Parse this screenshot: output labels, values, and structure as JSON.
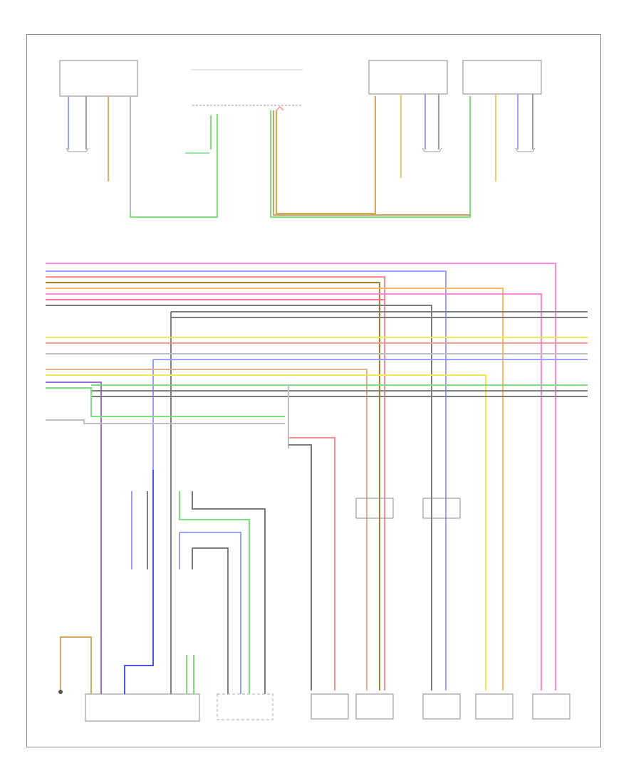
{
  "diagram": {
    "footer_code": "",
    "colors": {
      "pink": "#ff88dd",
      "violet": "#9a6cd6",
      "red": "#ff8c8c",
      "orange": "#ffb860",
      "brown": "#a47e2f",
      "gray": "#7d7d7d",
      "yellow": "#f0ea50",
      "blue": "#7b86ff",
      "green": "#7de07d",
      "tan": "#cfa860"
    },
    "components": [
      {
        "id": "top-module-1",
        "label": ""
      },
      {
        "id": "fuse-box",
        "label": ""
      },
      {
        "id": "top-module-2",
        "label": ""
      },
      {
        "id": "top-module-3",
        "label": ""
      },
      {
        "id": "radio-unit",
        "label": ""
      },
      {
        "id": "cd-changer",
        "label": ""
      },
      {
        "id": "antenna",
        "label": ""
      },
      {
        "id": "front-left-speaker",
        "label": ""
      },
      {
        "id": "front-right-speaker",
        "label": ""
      },
      {
        "id": "rear-left-speaker",
        "label": ""
      },
      {
        "id": "rear-right-speaker",
        "label": ""
      },
      {
        "id": "left-tweeter",
        "label": ""
      },
      {
        "id": "right-tweeter",
        "label": ""
      }
    ]
  }
}
